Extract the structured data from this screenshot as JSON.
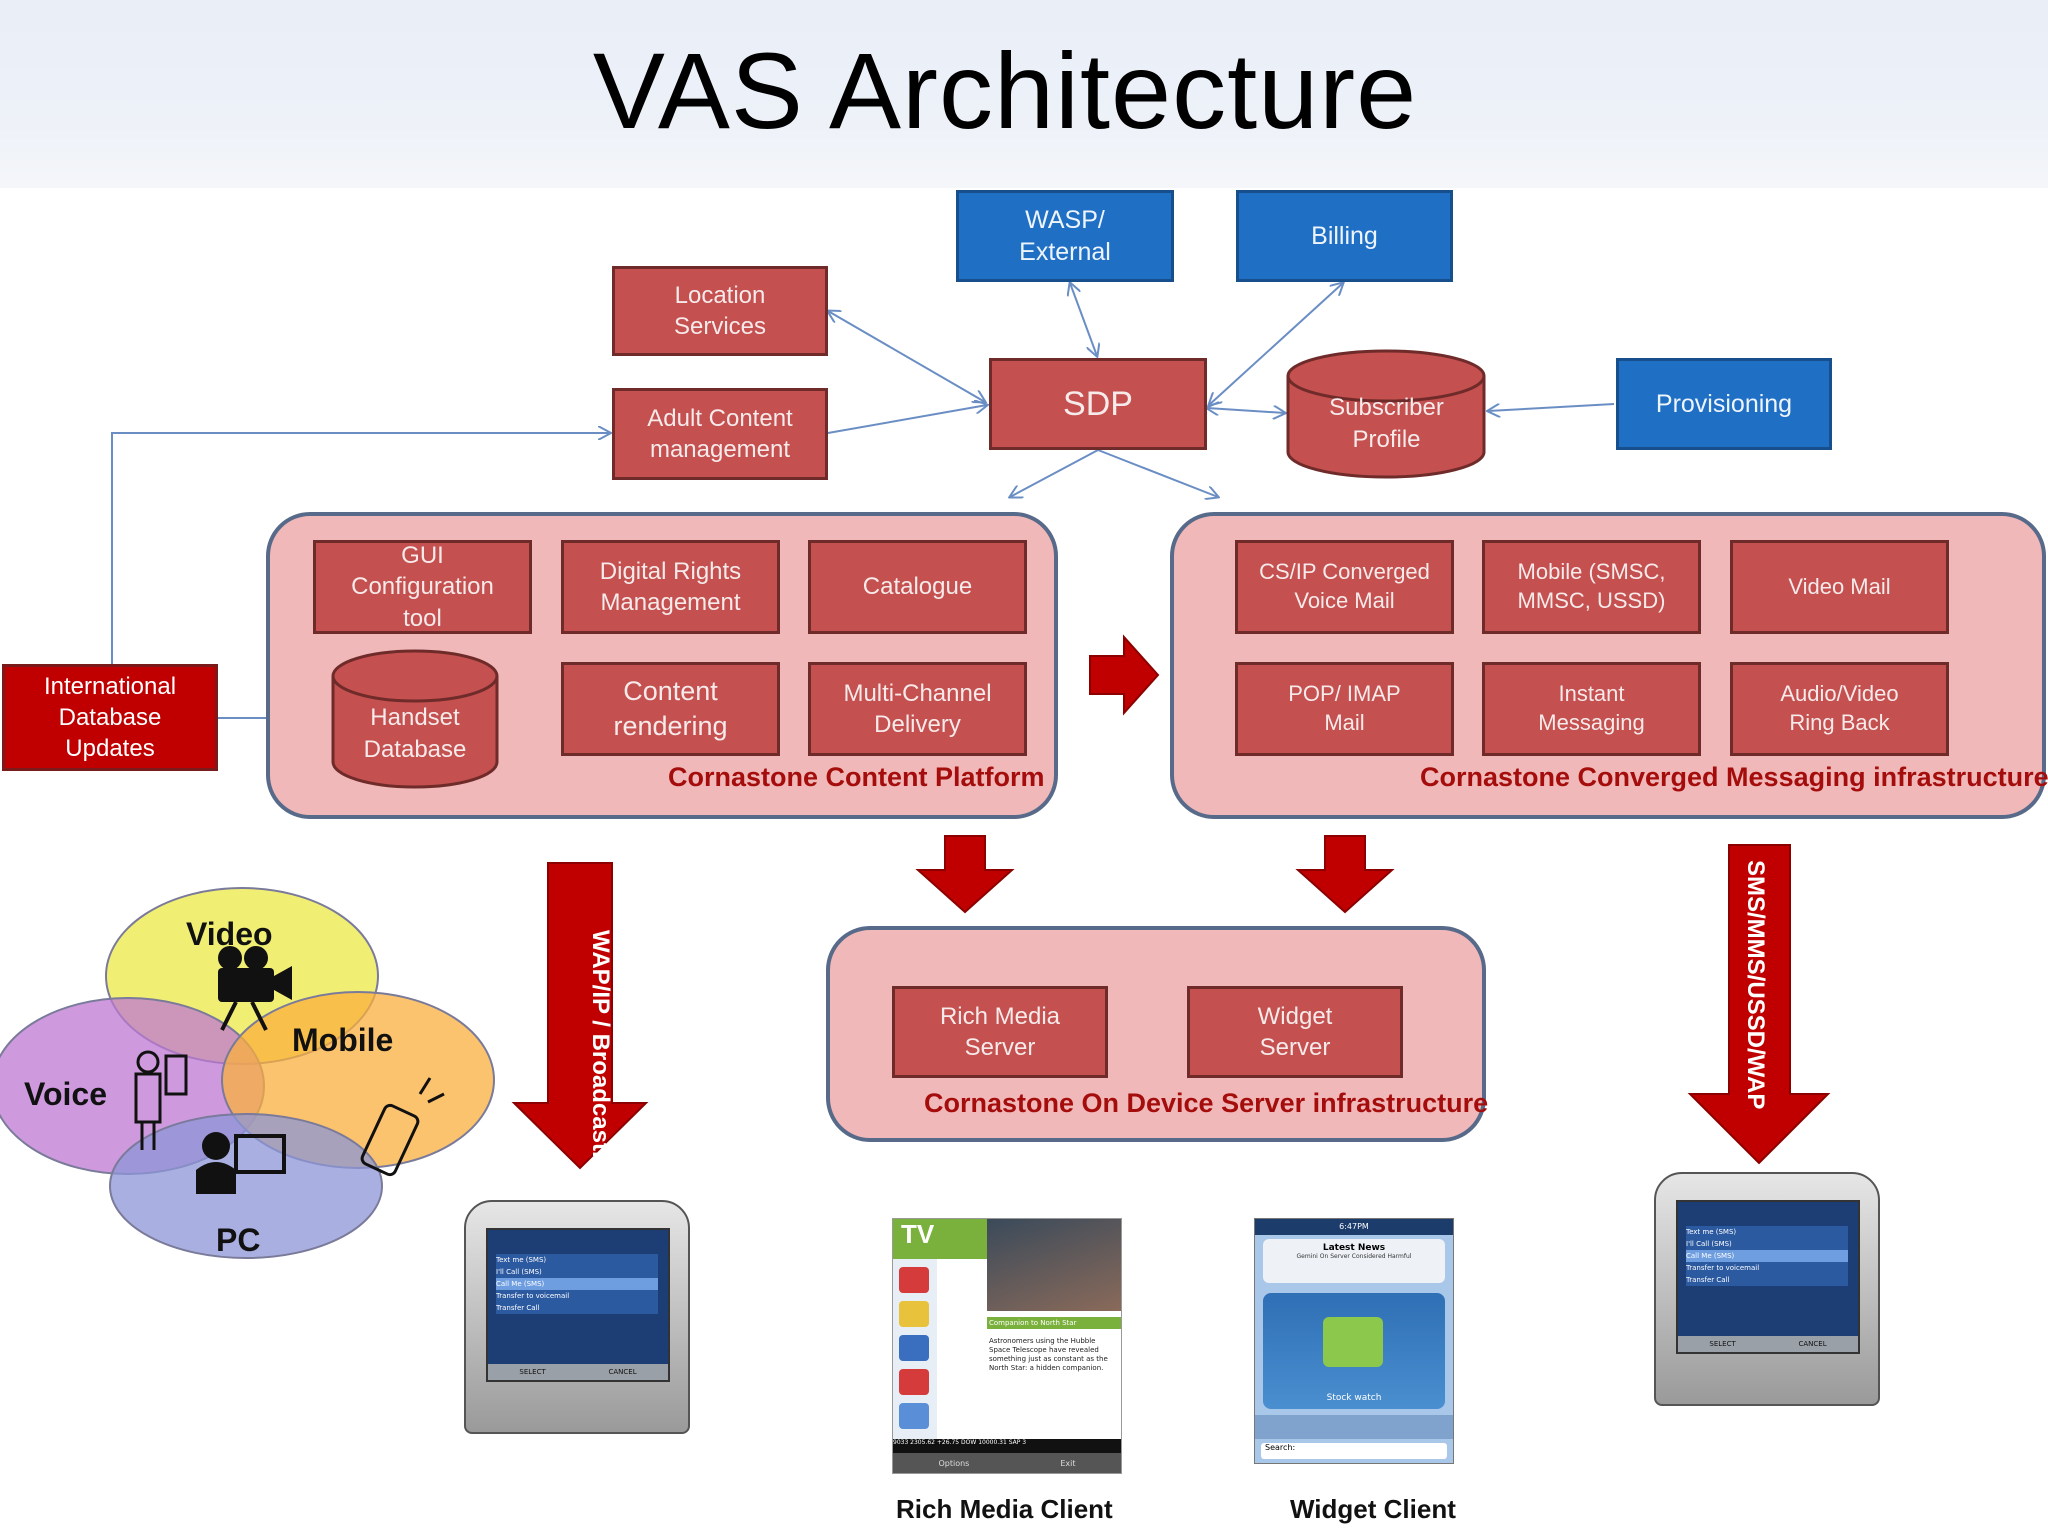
{
  "title": "VAS Architecture",
  "nodes": {
    "wasp": "WASP/\nExternal",
    "billing": "Billing",
    "location": "Location\nServices",
    "sdp": "SDP",
    "subscriber": "Subscriber\nProfile",
    "provisioning": "Provisioning",
    "adult": "Adult Content\nmanagement",
    "intl": "International\nDatabase\nUpdates"
  },
  "content_platform": {
    "label": "Cornastone Content Platform",
    "gui": "GUI\nConfiguration\ntool",
    "drm": "Digital Rights\nManagement",
    "catalogue": "Catalogue",
    "handset": "Handset\nDatabase",
    "content": "Content\nrendering",
    "multichannel": "Multi-Channel\nDelivery"
  },
  "messaging": {
    "label": "Cornastone Converged Messaging  infrastructure",
    "csip": "CS/IP Converged\nVoice Mail",
    "mobile": "Mobile (SMSC,\nMMSC, USSD)",
    "videomail": "Video Mail",
    "pop": "POP/ IMAP\nMail",
    "im": "Instant\nMessaging",
    "ringback": "Audio/Video\nRing Back"
  },
  "device": {
    "label": "Cornastone On Device  Server infrastructure",
    "rich": "Rich Media\nServer",
    "widget": "Widget\nServer"
  },
  "arrows": {
    "wap": "WAP/IP /\nBroadcasting",
    "sms": "SMS/MMS/USSD/WAP"
  },
  "venn": {
    "video": "Video",
    "mobile": "Mobile",
    "voice": "Voice",
    "pc": "PC"
  },
  "captions": {
    "rich_client": "Rich Media Client",
    "widget_client": "Widget Client"
  },
  "screens": {
    "phone_menu": [
      "Text me (SMS)",
      "I'll Call (SMS)",
      "Call Me (SMS)",
      "Transfer to voicemail",
      "Transfer Call"
    ],
    "phone_softkeys": [
      "SELECT",
      "CANCEL"
    ],
    "tv_logo": "TV",
    "tv_headline": "Companion to North Star",
    "tv_body": "Astronomers using the Hubble Space Telescope have revealed something just as constant as the North Star: a hidden companion.",
    "tv_ticker": "9033 2305.62 +26.75  DOW 10000.31  SAP 3",
    "tv_softkeys": [
      "Options",
      "Exit"
    ],
    "widget_time": "6:47PM",
    "widget_news": "Latest News",
    "widget_sub": "Gemini On Server Considered Harmful",
    "widget_stock": "Stock watch",
    "widget_search": "Search:"
  },
  "colors": {
    "box_red": "#c4504f",
    "box_blue": "#1f6fc5",
    "panel": "#f0b8b8",
    "arrow_red": "#c00000",
    "label_red": "#a50d0d"
  }
}
